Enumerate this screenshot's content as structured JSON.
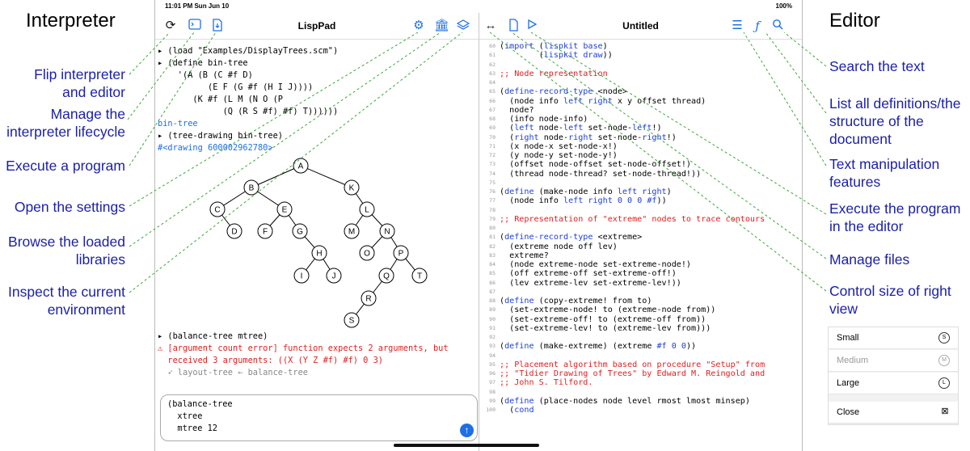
{
  "labels": {
    "interpreter": "Interpreter",
    "editor": "Editor",
    "flip": [
      "Flip interpreter",
      "and editor"
    ],
    "lifecycle": [
      "Manage the",
      "interpreter lifecycle"
    ],
    "execute": "Execute a program",
    "settings": "Open the settings",
    "libraries": [
      "Browse the loaded",
      "libraries"
    ],
    "environment": [
      "Inspect the current",
      "environment"
    ],
    "search": "Search the text",
    "definitions": [
      "List all definitions/the",
      "structure of the",
      "document"
    ],
    "textmanip": [
      "Text manipulation",
      "features"
    ],
    "execeditor": [
      "Execute the program",
      "in the editor"
    ],
    "files": "Manage files",
    "viewsize": [
      "Control size of right",
      "view"
    ]
  },
  "status": {
    "time": "11:01 PM  Sun Jun 10",
    "battery": "100%"
  },
  "left_title": "LispPad",
  "right_title": "Untitled",
  "console": [
    {
      "t": "▸ (load \"Examples/DisplayTrees.scm\")",
      "c": ""
    },
    {
      "t": "▸ (define bin-tree",
      "c": ""
    },
    {
      "t": "    '(A (B (C #f D)",
      "c": ""
    },
    {
      "t": "          (E F (G #f (H I J))))",
      "c": ""
    },
    {
      "t": "       (K #f (L M (N O (P",
      "c": ""
    },
    {
      "t": "             (Q (R S #f) #f) T))))))",
      "c": ""
    },
    {
      "t": "bin-tree",
      "c": "blue"
    },
    {
      "t": "▸ (tree-drawing bin-tree)",
      "c": ""
    },
    {
      "t": "#<drawing 600002962780>",
      "c": "blue"
    }
  ],
  "console_after": [
    {
      "t": "▸ (balance-tree mtree)",
      "c": ""
    },
    {
      "t": "⚠ [argument count error] function expects 2 arguments, but",
      "c": "red"
    },
    {
      "t": "  received 3 arguments: ((X (Y Z #f) #f) 0 3)",
      "c": "red"
    },
    {
      "t": "  ➶ layout-tree ← balance-tree",
      "c": "gray"
    }
  ],
  "input": [
    "(balance-tree",
    "  xtree",
    "  mtree 12"
  ],
  "tree": {
    "nodes": [
      {
        "id": "A"
      },
      {
        "id": "B"
      },
      {
        "id": "K"
      },
      {
        "id": "C"
      },
      {
        "id": "E"
      },
      {
        "id": "L"
      },
      {
        "id": "D"
      },
      {
        "id": "F"
      },
      {
        "id": "G"
      },
      {
        "id": "M"
      },
      {
        "id": "N"
      },
      {
        "id": "H"
      },
      {
        "id": "O"
      },
      {
        "id": "P"
      },
      {
        "id": "I"
      },
      {
        "id": "J"
      },
      {
        "id": "Q"
      },
      {
        "id": "T"
      },
      {
        "id": "R"
      },
      {
        "id": "S"
      }
    ],
    "edges": [
      [
        "A",
        "B"
      ],
      [
        "A",
        "K"
      ],
      [
        "B",
        "C"
      ],
      [
        "B",
        "E"
      ],
      [
        "C",
        "D"
      ],
      [
        "E",
        "F"
      ],
      [
        "E",
        "G"
      ],
      [
        "G",
        "H"
      ],
      [
        "H",
        "I"
      ],
      [
        "H",
        "J"
      ],
      [
        "K",
        "L"
      ],
      [
        "L",
        "M"
      ],
      [
        "L",
        "N"
      ],
      [
        "N",
        "O"
      ],
      [
        "N",
        "P"
      ],
      [
        "P",
        "Q"
      ],
      [
        "P",
        "T"
      ],
      [
        "Q",
        "R"
      ],
      [
        "R",
        "S"
      ]
    ]
  },
  "editor_lines": [
    {
      "n": "60",
      "t": "(import (lispkit base)"
    },
    {
      "n": "61",
      "t": "        (lispkit draw))"
    },
    {
      "n": "62",
      "t": ""
    },
    {
      "n": "63",
      "t": ";; Node representation"
    },
    {
      "n": "64",
      "t": ""
    },
    {
      "n": "65",
      "t": "(define-record-type <node>"
    },
    {
      "n": "66",
      "t": "  (node info left right x y offset thread)"
    },
    {
      "n": "67",
      "t": "  node?"
    },
    {
      "n": "68",
      "t": "  (info node-info)"
    },
    {
      "n": "69",
      "t": "  (left node-left set-node-left!)"
    },
    {
      "n": "70",
      "t": "  (right node-right set-node-right!)"
    },
    {
      "n": "71",
      "t": "  (x node-x set-node-x!)"
    },
    {
      "n": "72",
      "t": "  (y node-y set-node-y!)"
    },
    {
      "n": "73",
      "t": "  (offset node-offset set-node-offset!)"
    },
    {
      "n": "74",
      "t": "  (thread node-thread? set-node-thread!))"
    },
    {
      "n": "75",
      "t": ""
    },
    {
      "n": "76",
      "t": "(define (make-node info left right)"
    },
    {
      "n": "77",
      "t": "  (node info left right 0 0 0 #f))"
    },
    {
      "n": "78",
      "t": ""
    },
    {
      "n": "79",
      "t": ";; Representation of \"extreme\" nodes to trace contours"
    },
    {
      "n": "80",
      "t": ""
    },
    {
      "n": "81",
      "t": "(define-record-type <extreme>"
    },
    {
      "n": "82",
      "t": "  (extreme node off lev)"
    },
    {
      "n": "83",
      "t": "  extreme?"
    },
    {
      "n": "84",
      "t": "  (node extreme-node set-extreme-node!)"
    },
    {
      "n": "85",
      "t": "  (off extreme-off set-extreme-off!)"
    },
    {
      "n": "86",
      "t": "  (lev extreme-lev set-extreme-lev!))"
    },
    {
      "n": "87",
      "t": ""
    },
    {
      "n": "88",
      "t": "(define (copy-extreme! from to)"
    },
    {
      "n": "89",
      "t": "  (set-extreme-node! to (extreme-node from))"
    },
    {
      "n": "90",
      "t": "  (set-extreme-off! to (extreme-off from))"
    },
    {
      "n": "91",
      "t": "  (set-extreme-lev! to (extreme-lev from)))"
    },
    {
      "n": "92",
      "t": ""
    },
    {
      "n": "93",
      "t": "(define (make-extreme) (extreme #f 0 0))"
    },
    {
      "n": "94",
      "t": ""
    },
    {
      "n": "95",
      "t": ";; Placement algorithm based on procedure \"Setup\" from"
    },
    {
      "n": "96",
      "t": ";; \"Tidier Drawing of Trees\" by Edward M. Reingold and"
    },
    {
      "n": "97",
      "t": ";; John S. Tilford."
    },
    {
      "n": "98",
      "t": ""
    },
    {
      "n": "99",
      "t": "(define (place-nodes node level rmost lmost minsep)"
    },
    {
      "n": "100",
      "t": "  (cond"
    }
  ],
  "menu": [
    {
      "label": "Small",
      "key": "S",
      "dim": false
    },
    {
      "label": "Medium",
      "key": "M",
      "dim": true
    },
    {
      "label": "Large",
      "key": "L",
      "dim": false
    },
    {
      "label": "Close",
      "key": "⊠",
      "dim": false
    }
  ]
}
